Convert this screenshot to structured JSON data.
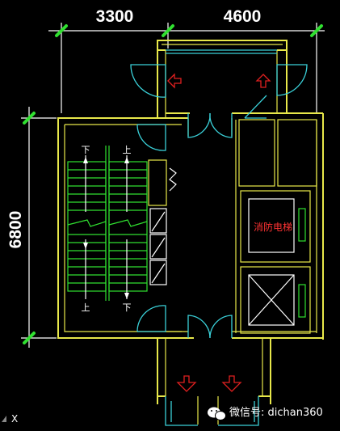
{
  "dimensions": {
    "top_left": "3300",
    "top_right": "4600",
    "left_vertical": "6800"
  },
  "stair_labels": {
    "down_top_left": "下",
    "up_top_right": "上",
    "up_bottom_left": "上",
    "down_bottom_right": "下"
  },
  "elevator_label": "消防电梯",
  "watermark": {
    "brand": "微信号: dichan360",
    "corner_mark": "X"
  },
  "colors": {
    "background": "#000000",
    "wall": "#e8e84a",
    "stair": "#30e030",
    "door": "#3ad0d8",
    "dimension": "#ffffff",
    "tick": "#30e030",
    "exit_arrow": "#e02020"
  }
}
